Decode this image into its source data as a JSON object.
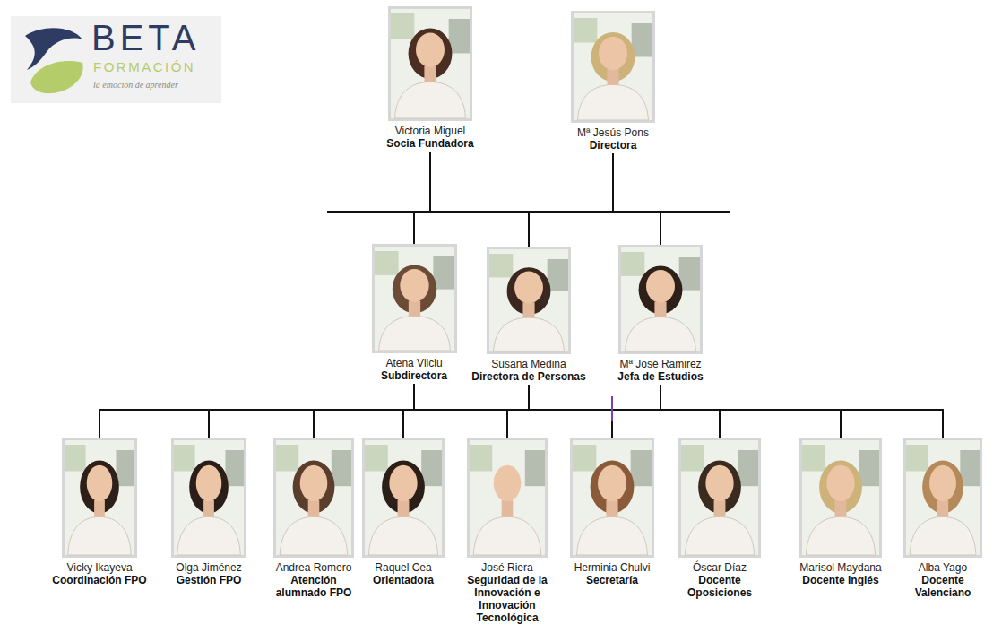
{
  "diagram": {
    "nodes": [
      {
        "text": [
          "Victoria Miguel",
          "Socia Fundadora"
        ]
      },
      {
        "text": [
          "Mª Jesús Pons",
          "Directora"
        ]
      },
      {
        "text": [
          "Atena Vilciu",
          "Subdirectora"
        ]
      },
      {
        "text": [
          "Susana Medina",
          "Directora de Personas"
        ]
      },
      {
        "text": [
          "Mª José Ramirez",
          "Jefa de Estudios"
        ]
      },
      {
        "text": [
          "Vicky Ikayeva",
          "Coordinación FPO"
        ]
      },
      {
        "text": [
          "Olga Jiménez",
          "Gestión FPO"
        ]
      },
      {
        "text": [
          "Andrea Romero",
          "Atención alumnado FPO"
        ]
      },
      {
        "text": [
          "Raquel Cea",
          "Orientadora"
        ]
      },
      {
        "text": [
          "José Riera",
          "Seguridad de la Innovación e Innovación Tecnológica"
        ]
      },
      {
        "text": [
          "Herminia Chulvi",
          "Secretaría"
        ]
      },
      {
        "text": [
          "Óscar Díaz",
          "Docente Oposiciones"
        ]
      },
      {
        "text": [
          "Marisol Maydana",
          "Docente Inglés"
        ]
      },
      {
        "text": [
          "Alba Yago",
          "Docente Valenciano"
        ]
      }
    ],
    "edges": [
      {
        "from": 0,
        "to": 2,
        "arrow": "none"
      },
      {
        "from": 0,
        "to": 3,
        "arrow": "none"
      },
      {
        "from": 0,
        "to": 4,
        "arrow": "none"
      },
      {
        "from": 1,
        "to": 2,
        "arrow": "none"
      },
      {
        "from": 1,
        "to": 3,
        "arrow": "none"
      },
      {
        "from": 1,
        "to": 4,
        "arrow": "none"
      },
      {
        "from": 2,
        "to": 5,
        "arrow": "none"
      },
      {
        "from": 2,
        "to": 6,
        "arrow": "none"
      },
      {
        "from": 2,
        "to": 7,
        "arrow": "none"
      },
      {
        "from": 2,
        "to": 8,
        "arrow": "none"
      },
      {
        "from": 2,
        "to": 9,
        "arrow": "none"
      },
      {
        "from": 2,
        "to": 10,
        "arrow": "none"
      },
      {
        "from": 2,
        "to": 11,
        "arrow": "none"
      },
      {
        "from": 2,
        "to": 12,
        "arrow": "none"
      },
      {
        "from": 2,
        "to": 13,
        "arrow": "none"
      },
      {
        "from": 3,
        "to": 5,
        "arrow": "none"
      },
      {
        "from": 3,
        "to": 6,
        "arrow": "none"
      },
      {
        "from": 3,
        "to": 7,
        "arrow": "none"
      },
      {
        "from": 3,
        "to": 8,
        "arrow": "none"
      },
      {
        "from": 3,
        "to": 9,
        "arrow": "none"
      },
      {
        "from": 3,
        "to": 10,
        "arrow": "none"
      },
      {
        "from": 3,
        "to": 11,
        "arrow": "none"
      },
      {
        "from": 3,
        "to": 12,
        "arrow": "none"
      },
      {
        "from": 3,
        "to": 13,
        "arrow": "none"
      },
      {
        "from": 4,
        "to": 5,
        "arrow": "none"
      },
      {
        "from": 4,
        "to": 6,
        "arrow": "none"
      },
      {
        "from": 4,
        "to": 7,
        "arrow": "none"
      },
      {
        "from": 4,
        "to": 8,
        "arrow": "none"
      },
      {
        "from": 4,
        "to": 9,
        "arrow": "none"
      },
      {
        "from": 4,
        "to": 10,
        "arrow": "none"
      },
      {
        "from": 4,
        "to": 11,
        "arrow": "none"
      },
      {
        "from": 4,
        "to": 12,
        "arrow": "none"
      },
      {
        "from": 4,
        "to": 13,
        "arrow": "none"
      }
    ],
    "labels": [
      "BETA",
      "FORMACIÓN",
      "la emoción de aprender"
    ]
  }
}
